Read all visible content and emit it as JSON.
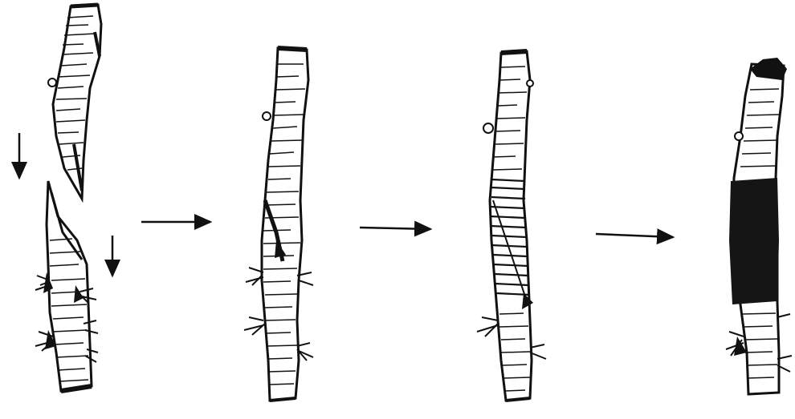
{
  "figure": {
    "stages": [
      {
        "id": 1,
        "depiction": "scion-and-rootstock-cut-apart"
      },
      {
        "id": 2,
        "depiction": "joined"
      },
      {
        "id": 3,
        "depiction": "wrapped-with-bands"
      },
      {
        "id": 4,
        "depiction": "sealed-with-dark-wrap"
      }
    ],
    "arrows": [
      {
        "id": "down-arrow-left",
        "direction": "down"
      },
      {
        "id": "down-arrow-right",
        "direction": "down"
      },
      {
        "id": "step-arrow-1",
        "direction": "right"
      },
      {
        "id": "step-arrow-2",
        "direction": "right"
      },
      {
        "id": "step-arrow-3",
        "direction": "right"
      }
    ],
    "colors": {
      "ink": "#111111",
      "paper": "#ffffff",
      "wrap": "#151515"
    }
  }
}
